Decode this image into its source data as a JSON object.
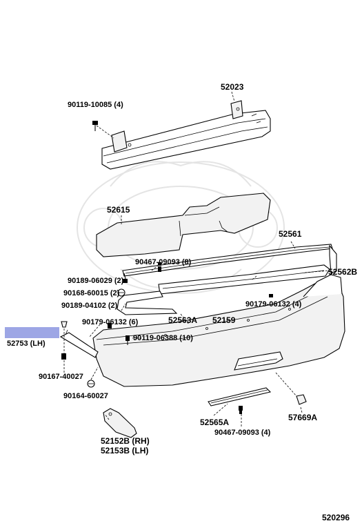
{
  "parts": {
    "p52023": "52023",
    "p90119_10085": "90119-10085 (4)",
    "p52615": "52615",
    "p90467_09093_8": "90467-09093 (8)",
    "p52561": "52561",
    "p52562B": "52562B",
    "p90189_06029": "90189-06029 (2)",
    "p90168_60015": "90168-60015 (2)",
    "p90189_04102": "90189-04102 (2)",
    "p52753": "52753 (LH)",
    "p90179_06132_6": "90179-06132 (6)",
    "p90179_06132_4": "90179-06132 (4)",
    "p52563A": "52563A",
    "p52159": "52159",
    "p90119_06388": "90119-06388 (10)",
    "p90167_40027": "90167-40027",
    "p90164_60027": "90164-60027",
    "p52152B": "52152B (RH)",
    "p52153B": "52153B (LH)",
    "p52565A": "52565A",
    "p57669A": "57669A",
    "p90467_09093_4": "90467-09093 (4)"
  },
  "figure_number": "520296",
  "highlight_color": "#8c96e1"
}
